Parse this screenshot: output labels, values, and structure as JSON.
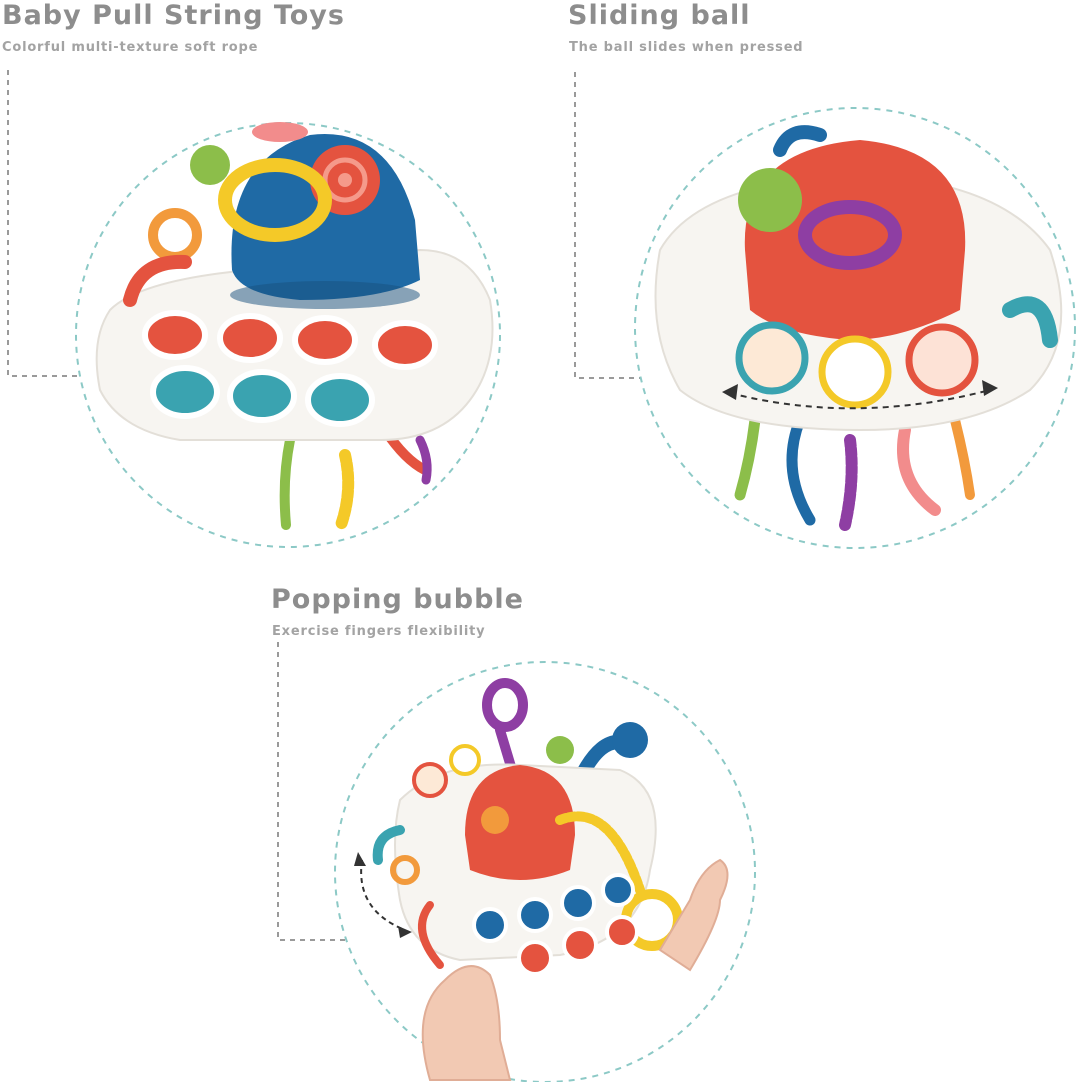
{
  "features": [
    {
      "title": "Baby Pull String Toys",
      "subtitle": "Colorful multi-texture soft rope",
      "image": "baby-pull-string-toy-photo"
    },
    {
      "title": "Sliding ball",
      "subtitle": "The ball slides when pressed",
      "image": "sliding-ball-toy-photo"
    },
    {
      "title": "Popping bubble",
      "subtitle": "Exercise fingers flexibility",
      "image": "popping-bubble-toy-photo"
    }
  ],
  "colors": {
    "heading": "#8d8d8d",
    "subheading": "#a3a3a3",
    "circle_border": "#8cc9c6",
    "leader_line": "#9a9a9a",
    "toy_blue": "#1f6aa5",
    "toy_red": "#e4533f",
    "toy_teal": "#3aa3b0",
    "toy_yellow": "#f4c928",
    "toy_purple": "#8e3ea3",
    "toy_green": "#8cbe4a",
    "toy_orange": "#f29a3c",
    "toy_pink": "#f28c8c"
  }
}
